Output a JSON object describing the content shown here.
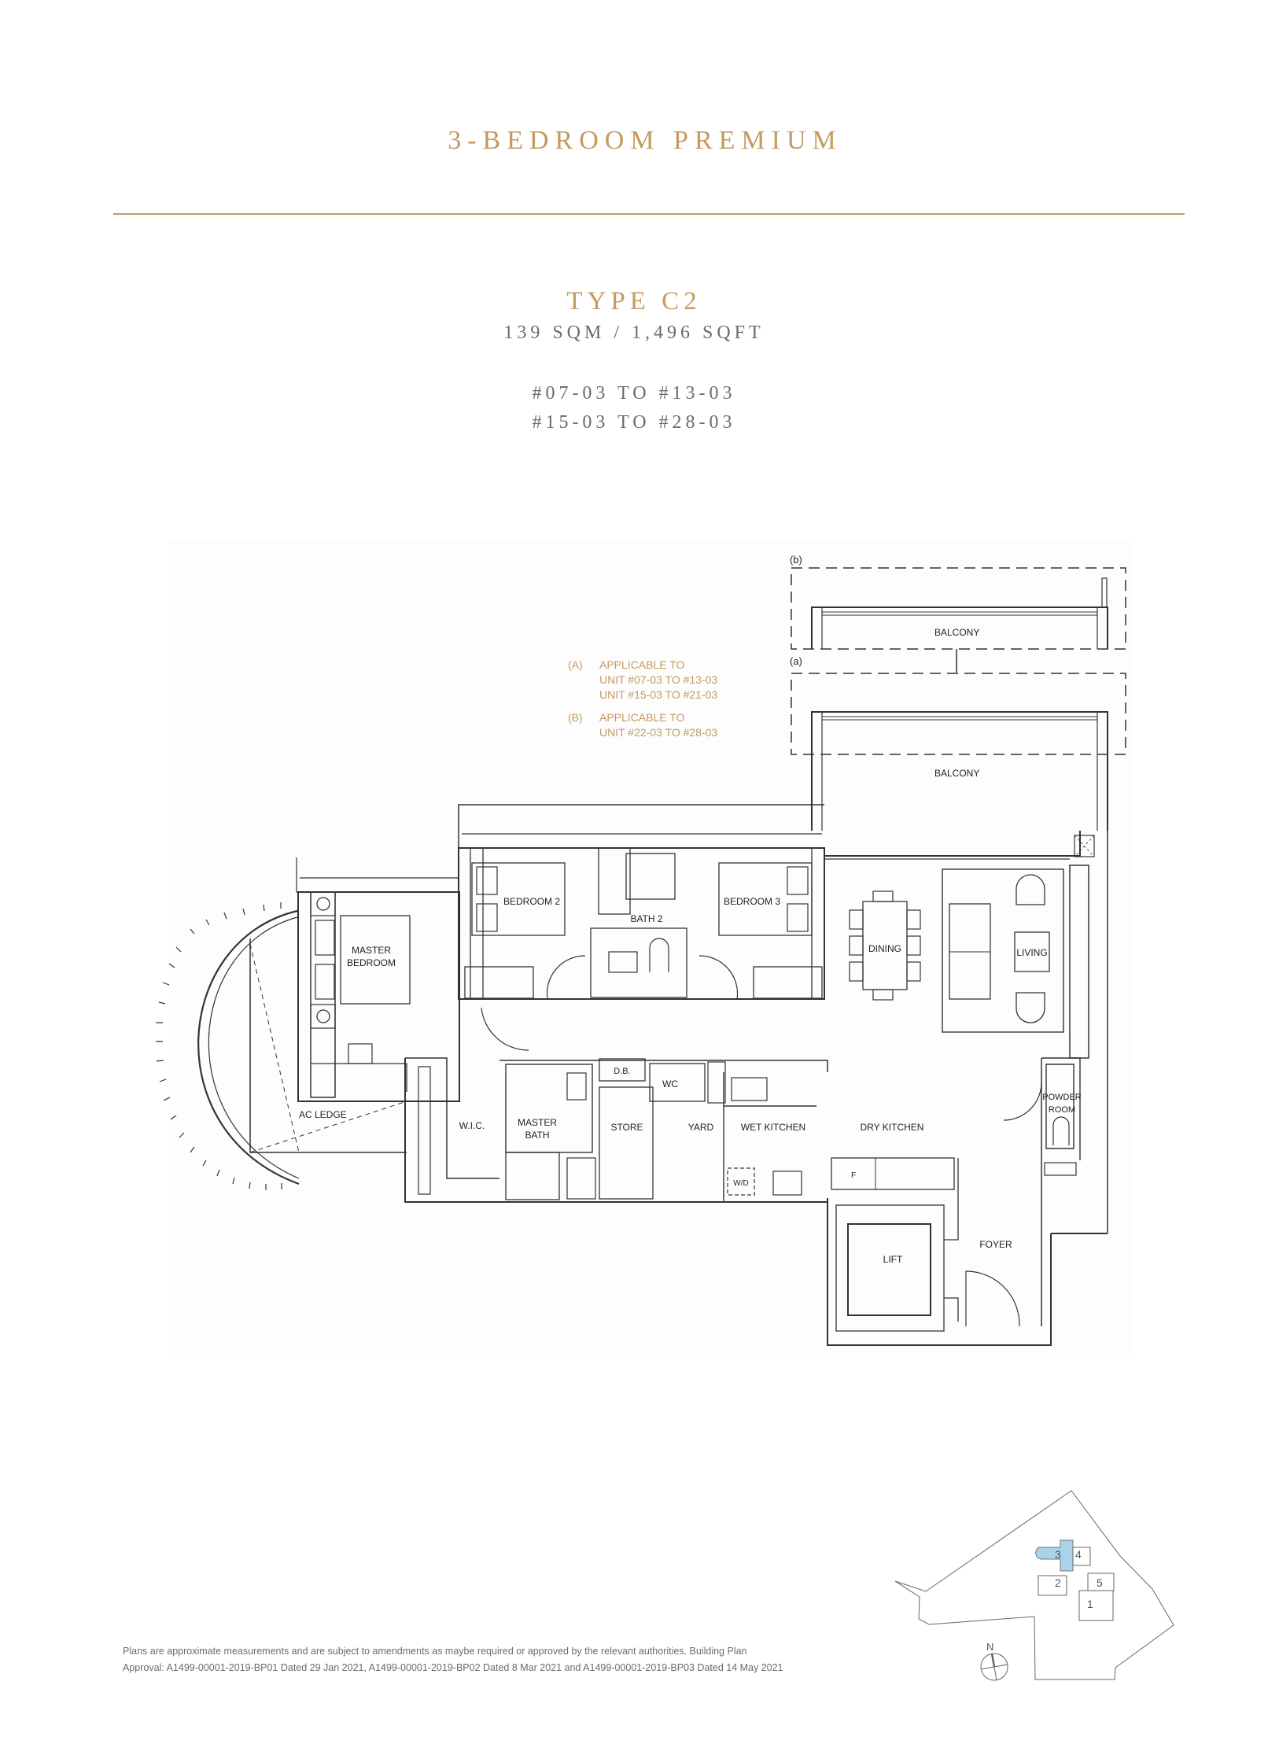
{
  "header": {
    "category": "3-BEDROOM PREMIUM",
    "type": "TYPE C2",
    "size": "139 SQM / 1,496 SQFT",
    "unit_ranges": [
      "#07-03 TO #13-03",
      "#15-03 TO #28-03"
    ]
  },
  "notes": [
    {
      "label": "(A)",
      "lines": [
        "APPLICABLE TO",
        "UNIT #07-03 TO #13-03",
        "UNIT #15-03 TO #21-03"
      ]
    },
    {
      "label": "(B)",
      "lines": [
        "APPLICABLE TO",
        "UNIT #22-03 TO #28-03"
      ]
    }
  ],
  "floorplan": {
    "variant_labels": {
      "b": "(b)",
      "a": "(a)"
    },
    "rooms": {
      "balcony_b": "BALCONY",
      "balcony_a": "BALCONY",
      "bedroom2": "BEDROOM 2",
      "bath2": "BATH 2",
      "bedroom3": "BEDROOM 3",
      "master_bedroom_1": "MASTER",
      "master_bedroom_2": "BEDROOM",
      "dining": "DINING",
      "living": "LIVING",
      "ac_ledge": "AC LEDGE",
      "wic": "W.I.C.",
      "master_bath_1": "MASTER",
      "master_bath_2": "BATH",
      "db": "D.B.",
      "wc": "WC",
      "store": "STORE",
      "yard": "YARD",
      "wet_kitchen": "WET KITCHEN",
      "dry_kitchen": "DRY KITCHEN",
      "powder_room_1": "POWDER",
      "powder_room_2": "ROOM",
      "wd": "W/D",
      "fridge": "F",
      "lift": "LIFT",
      "foyer": "FOYER"
    }
  },
  "keyplan": {
    "blocks": [
      "1",
      "2",
      "3",
      "4",
      "5"
    ],
    "highlighted_block": "3",
    "highlight_color": "#a9d3e8",
    "north_label": "N"
  },
  "footer": {
    "line1": "Plans are approximate measurements and are subject to amendments as maybe required or approved by the relevant authorities. Building Plan",
    "line2": "Approval: A1499-00001-2019-BP01 Dated 29 Jan 2021, A1499-00001-2019-BP02 Dated 8 Mar 2021 and A1499-00001-2019-BP03 Dated 14 May 2021"
  },
  "colors": {
    "accent": "#c49a5e",
    "text": "#6b6b6b",
    "line": "#333333"
  }
}
